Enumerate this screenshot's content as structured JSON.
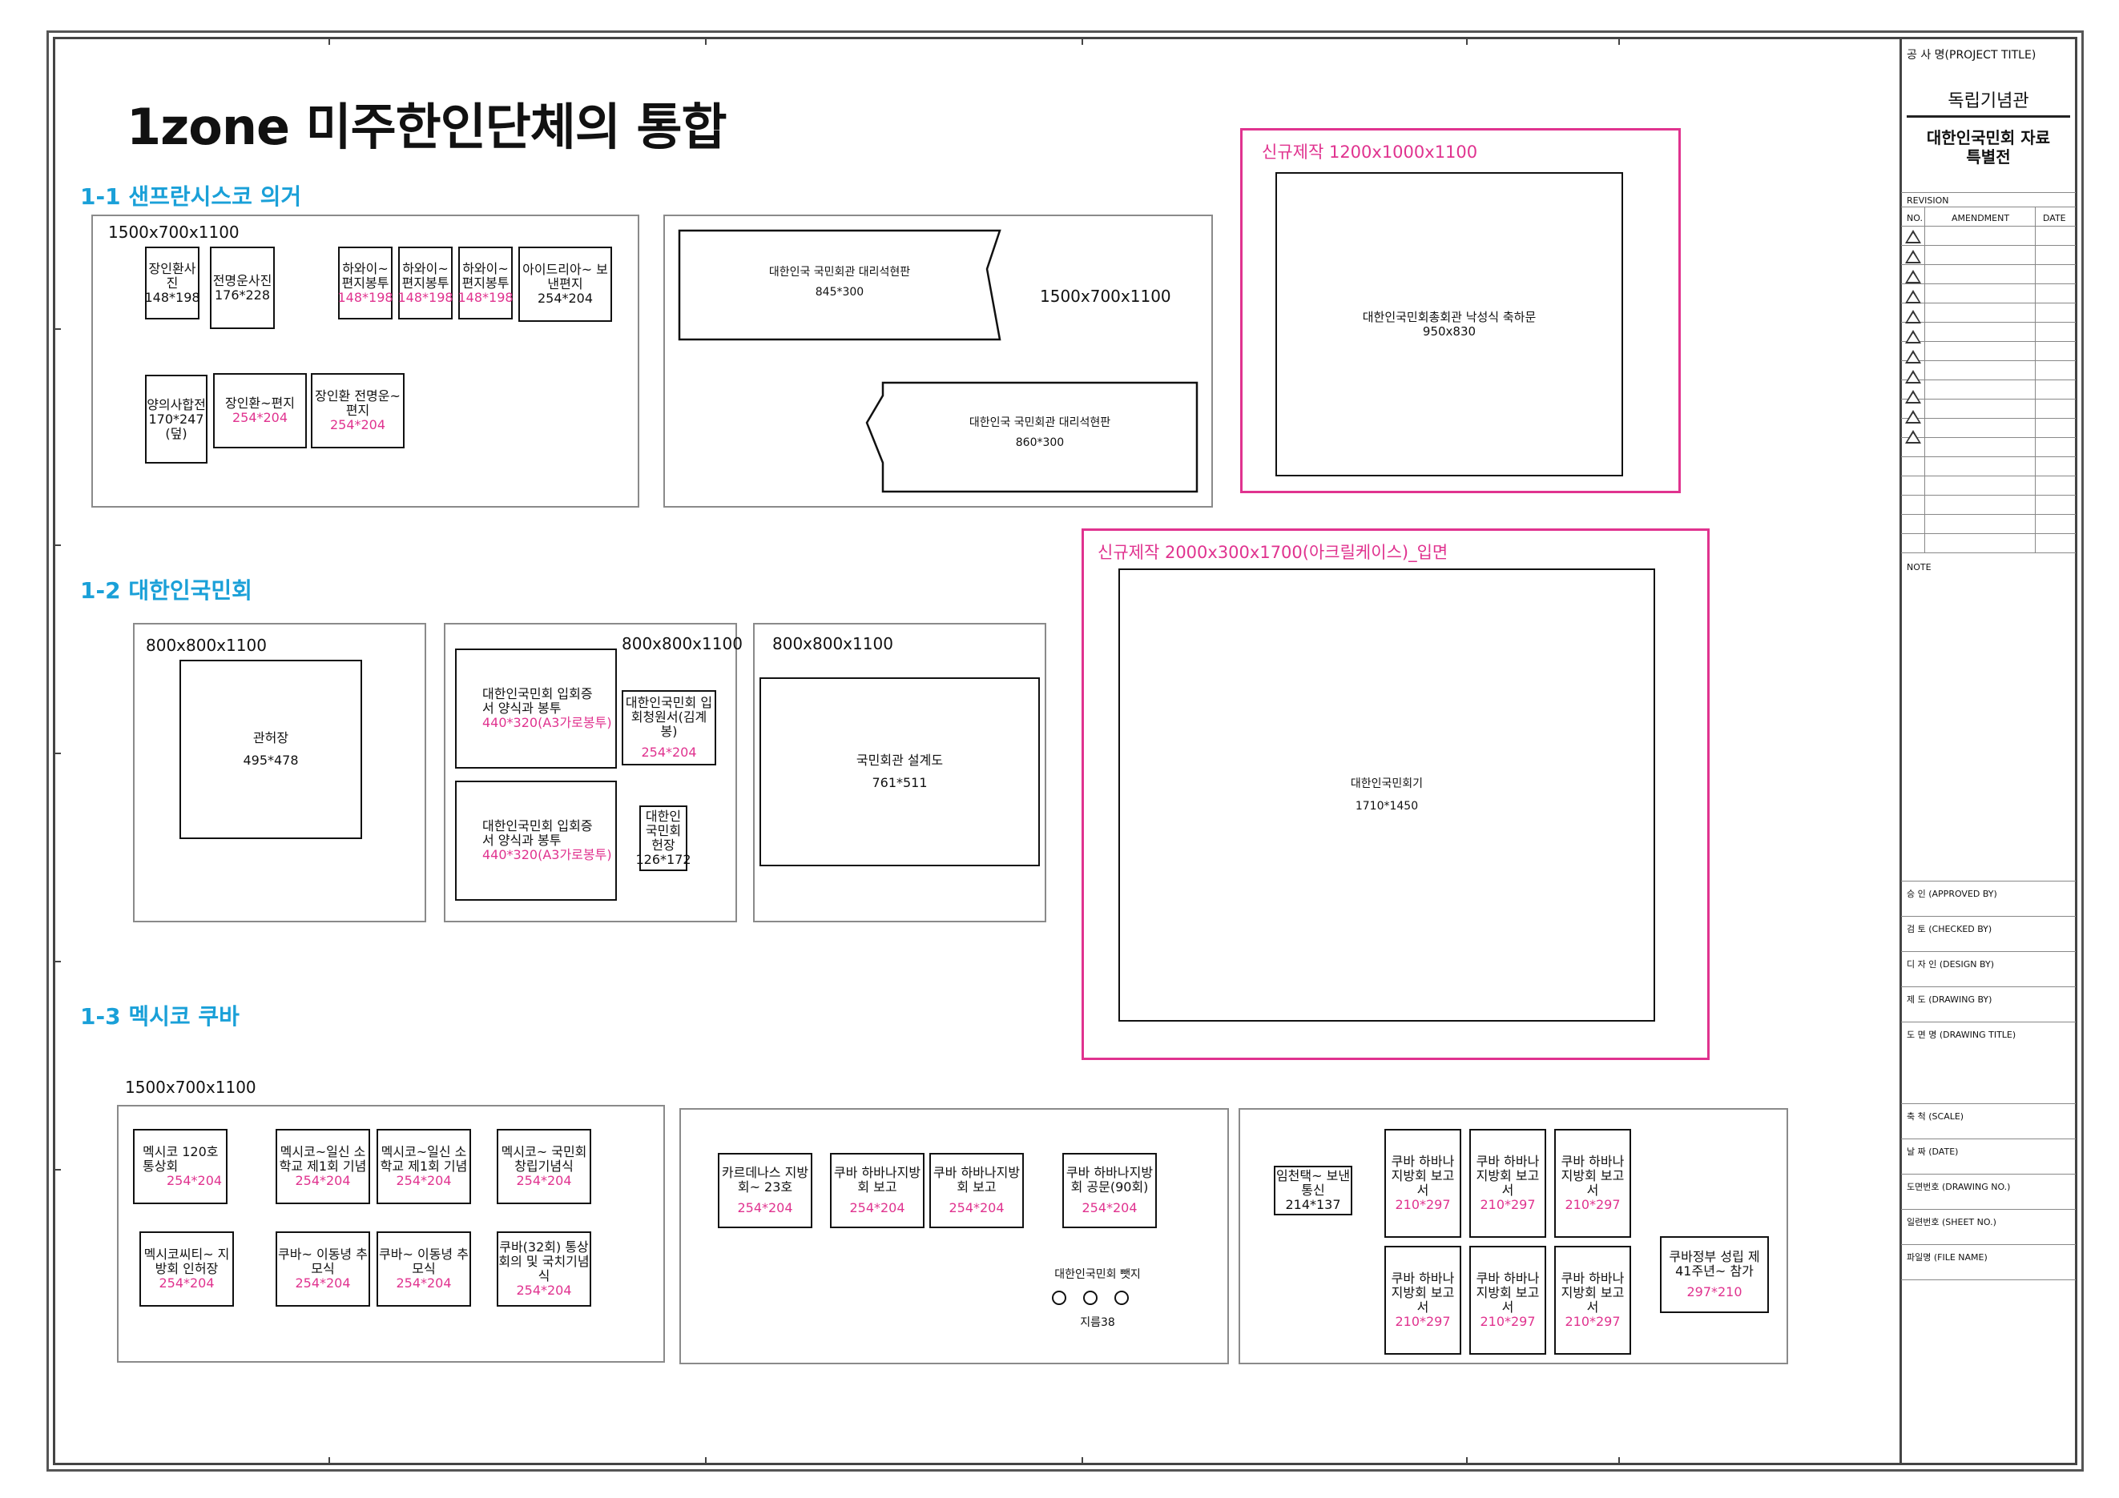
{
  "title": "1zone 미주한인단체의 통합",
  "sections": {
    "s1": "1-1 샌프란시스코 의거",
    "s2": "1-2 대한인국민회",
    "s3": "1-3 멕시코 쿠바"
  },
  "g1": {
    "size": "1500x700x1100",
    "items": [
      {
        "name": "장인환사진",
        "dim": "148*198"
      },
      {
        "name": "전명운사진",
        "dim": "176*228"
      },
      {
        "name": "하와이~ 편지봉투",
        "dim": "148*198"
      },
      {
        "name": "하와이~ 편지봉투",
        "dim": "148*198"
      },
      {
        "name": "하와이~ 편지봉투",
        "dim": "148*198"
      },
      {
        "name": "아이드리아~ 보낸편지",
        "dim": "254*204"
      },
      {
        "name": "양의사합전",
        "dim": "170*247 (덮)"
      },
      {
        "name": "장인환~편지",
        "dim": "254*204"
      },
      {
        "name": "장인환 전명운~ 편지",
        "dim": "254*204"
      }
    ]
  },
  "g2": {
    "size": "1500x700x1100",
    "plaque1": {
      "name": "대한인국 국민회관 대리석현판",
      "dim": "845*300"
    },
    "plaque2": {
      "name": "대한인국 국민회관 대리석현판",
      "dim": "860*300"
    }
  },
  "g3": {
    "label": "신규제작 1200x1000x1100",
    "item": {
      "name": "대한인국민회총회관 낙성식 축하문",
      "dim": "950x830"
    }
  },
  "g4": {
    "size": "800x800x1100",
    "item": {
      "name": "관허장",
      "dim": "495*478"
    }
  },
  "g5": {
    "size": "800x800x1100",
    "items": [
      {
        "name": "대한인국민회 입회증서 양식과 봉투",
        "dim": "440*320(A3가로봉투)"
      },
      {
        "name": "대한인국민회 입회청원서(김계봉)",
        "dim": "254*204"
      },
      {
        "name": "대한인국민회 입회증서 양식과 봉투",
        "dim": "440*320(A3가로봉투)"
      },
      {
        "name": "대한인 국민회 헌장",
        "dim": "126*172"
      }
    ]
  },
  "g6": {
    "size": "800x800x1100",
    "item": {
      "name": "국민회관 설계도",
      "dim": "761*511"
    }
  },
  "g7": {
    "label": "신규제작 2000x300x1700(아크릴케이스)_입면",
    "item": {
      "name": "대한인국민회기",
      "dim": "1710*1450"
    }
  },
  "g8": {
    "size": "1500x700x1100",
    "items": [
      {
        "name": "멕시코 120호 통상회",
        "dim": "254*204"
      },
      {
        "name": "멕시코~일신 소학교 제1회 기념",
        "dim": "254*204"
      },
      {
        "name": "멕시코~일신 소학교 제1회 기념",
        "dim": "254*204"
      },
      {
        "name": "멕시코~ 국민회 창립기념식",
        "dim": "254*204"
      },
      {
        "name": "멕시코씨티~ 지방회 인허장",
        "dim": "254*204"
      },
      {
        "name": "쿠바~ 이동녕 추모식",
        "dim": "254*204"
      },
      {
        "name": "쿠바~ 이동녕 추모식",
        "dim": "254*204"
      },
      {
        "name": "쿠바(32회) 통상회의 및 국치기념식",
        "dim": "254*204"
      }
    ]
  },
  "g9": {
    "items": [
      {
        "name": "카르데나스 지방회~ 23호",
        "dim": "254*204"
      },
      {
        "name": "쿠바 하바나지방회 보고",
        "dim": "254*204"
      },
      {
        "name": "쿠바 하바나지방회 보고",
        "dim": "254*204"
      },
      {
        "name": "쿠바 하바나지방회 공문(90회)",
        "dim": "254*204"
      }
    ],
    "badge_label": "대한인국민회 뺏지",
    "badge_dim": "지름38"
  },
  "g10": {
    "items": [
      {
        "name": "임천택~ 보낸 통신",
        "dim": "214*137"
      },
      {
        "name": "쿠바 하바나지방회 보고서",
        "dim": "210*297"
      },
      {
        "name": "쿠바 하바나지방회 보고서",
        "dim": "210*297"
      },
      {
        "name": "쿠바 하바나지방회 보고서",
        "dim": "210*297"
      },
      {
        "name": "쿠바 하바나지방회 보고서",
        "dim": "210*297"
      },
      {
        "name": "쿠바 하바나지방회 보고서",
        "dim": "210*297"
      },
      {
        "name": "쿠바 하바나지방회 보고서",
        "dim": "210*297"
      },
      {
        "name": "쿠바정부 성립 제41주년~ 참가",
        "dim": "297*210"
      }
    ]
  },
  "titleblock": {
    "project_label": "공 사 명(PROJECT TITLE)",
    "project_name": "독립기념관",
    "project_sub": "대한인국민회 자료 특별전",
    "revision": "REVISION",
    "no": "NO.",
    "amendment": "AMENDMENT",
    "date": "DATE",
    "note": "NOTE",
    "approved": "승 인 (APPROVED BY)",
    "checked": "검 토 (CHECKED BY)",
    "design": "디 자 인 (DESIGN BY)",
    "drawing": "제 도 (DRAWING BY)",
    "drawing_title": "도 면 명 (DRAWING TITLE)",
    "scale": "축 척 (SCALE)",
    "date_label": "날 짜 (DATE)",
    "drawing_no": "도면번호 (DRAWING NO.)",
    "sheet_no": "일련번호 (SHEET NO.)",
    "file_name": "파일명 (FILE NAME)"
  }
}
